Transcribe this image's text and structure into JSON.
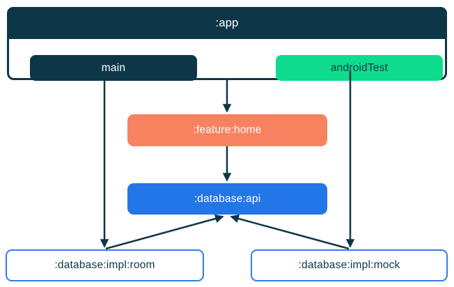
{
  "diagram": {
    "type": "module-dependency-graph",
    "nodes": {
      "app": {
        "label": ":app"
      },
      "main": {
        "label": "main"
      },
      "androidTest": {
        "label": "androidTest"
      },
      "feature_home": {
        "label": ":feature:home"
      },
      "database_api": {
        "label": ":database:api"
      },
      "database_impl_room": {
        "label": ":database:impl:room"
      },
      "database_impl_mock": {
        "label": ":database:impl:mock"
      }
    },
    "edges": [
      {
        "from": ":app",
        "to": ":feature:home"
      },
      {
        "from": "main",
        "to": ":database:impl:room"
      },
      {
        "from": "androidTest",
        "to": ":database:impl:mock"
      },
      {
        "from": ":feature:home",
        "to": ":database:api"
      },
      {
        "from": ":database:impl:room",
        "to": ":database:api"
      },
      {
        "from": ":database:impl:mock",
        "to": ":database:api"
      }
    ]
  },
  "colors": {
    "background": "#ffffff",
    "dark": "#0d3748",
    "green": "#0edc8c",
    "orange": "#f8825f",
    "blue": "#2376e8",
    "border-blue": "#2f7cf0"
  }
}
